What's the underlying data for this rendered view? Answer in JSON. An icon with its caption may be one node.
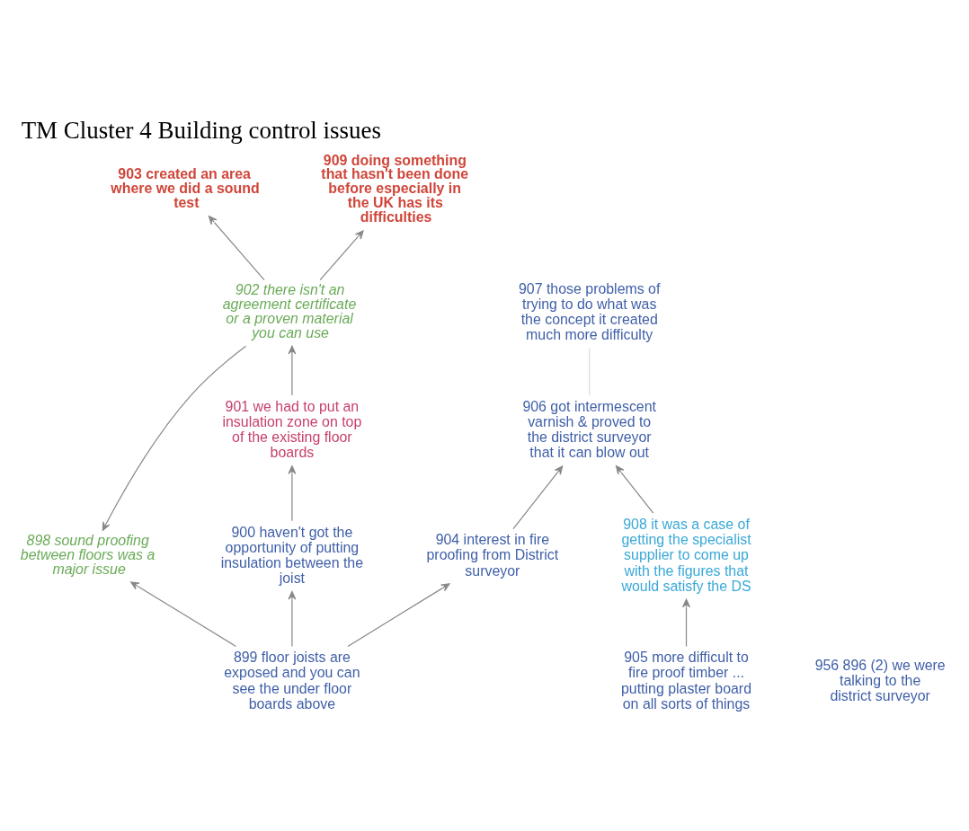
{
  "diagram": {
    "title": "TM Cluster 4 Building control issues",
    "nodes": [
      {
        "text": [
          "903 created an area where we did a sound test"
        ]
      },
      {
        "text": [
          "909 doing something that hasn't been done before especially in the UK has its difficulties"
        ]
      },
      {
        "text": [
          "907 those problems of trying to do what was the concept it created much more difficulty"
        ]
      },
      {
        "text": [
          "902 there isn't an agreement certificate or a proven material you can use"
        ]
      },
      {
        "text": [
          "906 got intermescent varnish & proved to the district surveyor that it can blow out"
        ]
      },
      {
        "text": [
          "901 we had to put an insulation zone on top of the existing floor boards"
        ]
      },
      {
        "text": [
          "908 it was a case of getting the specialist supplier to come up with the figures that would satisfy the DS"
        ]
      },
      {
        "text": [
          "898 sound proofing between floors was a major issue"
        ]
      },
      {
        "text": [
          "904 interest in fire proofing from District surveyor"
        ]
      },
      {
        "text": [
          "900 haven't got the opportunity of putting insulation between the joist"
        ]
      },
      {
        "text": [
          "905 more difficult to fire proof timber ... putting plaster board on all sorts of things"
        ]
      },
      {
        "text": [
          "956 896 (2) we were talking to the district surveyor"
        ]
      },
      {
        "text": [
          "899 floor joists are exposed and you can see the under floor boards above"
        ]
      }
    ],
    "edges": [
      {
        "from": 3,
        "to": 0,
        "arrow": "to"
      },
      {
        "from": 3,
        "to": 1,
        "arrow": "to"
      },
      {
        "from": 3,
        "to": 7,
        "arrow": "to"
      },
      {
        "from": 5,
        "to": 3,
        "arrow": "to"
      },
      {
        "from": 9,
        "to": 5,
        "arrow": "to"
      },
      {
        "from": 6,
        "to": 4,
        "arrow": "to"
      },
      {
        "from": 8,
        "to": 4,
        "arrow": "to"
      },
      {
        "from": 10,
        "to": 6,
        "arrow": "to"
      },
      {
        "from": 12,
        "to": 7,
        "arrow": "to"
      },
      {
        "from": 12,
        "to": 8,
        "arrow": "to"
      },
      {
        "from": 12,
        "to": 9,
        "arrow": "to"
      },
      {
        "from": 4,
        "to": 2,
        "arrow": "none",
        "color": "#dddddd"
      }
    ]
  }
}
